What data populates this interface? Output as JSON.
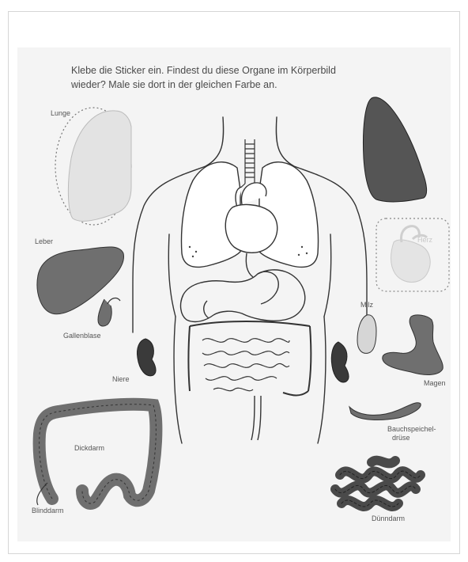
{
  "instruction": {
    "line1": "Klebe die Sticker ein. Findest du diese Organe im Körperbild",
    "line2": "wieder? Male sie dort in der gleichen Farbe an."
  },
  "labels": {
    "lunge": "Lunge",
    "leber": "Leber",
    "gallenblase": "Gallenblase",
    "niere": "Niere",
    "dickdarm": "Dickdarm",
    "blinddarm": "Blinddarm",
    "milz": "Milz",
    "magen": "Magen",
    "bauchspeicheldruese_1": "Bauchspeichel-",
    "bauchspeicheldruese_2": "drüse",
    "duenndarm": "Dünndarm",
    "herz": "Herz"
  },
  "colors": {
    "sticker_dark": "#4a4a4a",
    "sticker_mid": "#6f6f6f",
    "sticker_light": "#d9d9d9",
    "outline": "#333333"
  }
}
